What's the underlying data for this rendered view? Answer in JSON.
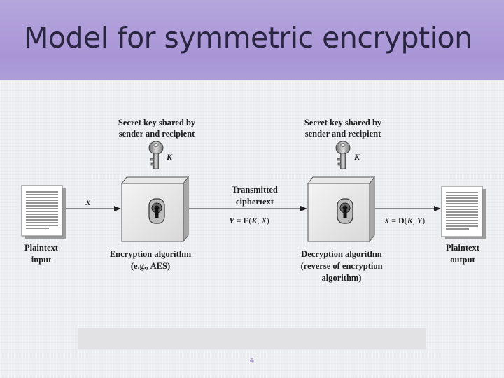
{
  "slide": {
    "title": "Model for symmetric encryption",
    "page_number": "4"
  },
  "diagram": {
    "key_label_left": [
      "Secret key shared by",
      "sender and recipient"
    ],
    "key_label_right": [
      "Secret key shared by",
      "sender and recipient"
    ],
    "key_var": "K",
    "input_var": "X",
    "transmitted_label": [
      "Transmitted",
      "ciphertext"
    ],
    "cipher_eq": {
      "lhs": "Y",
      "eq": " = ",
      "fn": "E",
      "open": "(",
      "k": "K",
      "sep": ", ",
      "x": "X",
      "close": ")"
    },
    "output_eq": {
      "lhs": "X",
      "eq": " = ",
      "fn": "D",
      "open": "(",
      "k": "K",
      "sep": ", ",
      "y": "Y",
      "close": ")"
    },
    "plaintext_input": [
      "Plaintext",
      "input"
    ],
    "plaintext_output": [
      "Plaintext",
      "output"
    ],
    "encryption_label": [
      "Encryption algorithm",
      "(e.g., AES)"
    ],
    "decryption_label": [
      "Decryption algorithm",
      "(reverse of encryption",
      "algorithm)"
    ]
  },
  "colors": {
    "title_band": "#a896d6",
    "title_text": "#2a2540",
    "page_number": "#6e5aa6"
  }
}
